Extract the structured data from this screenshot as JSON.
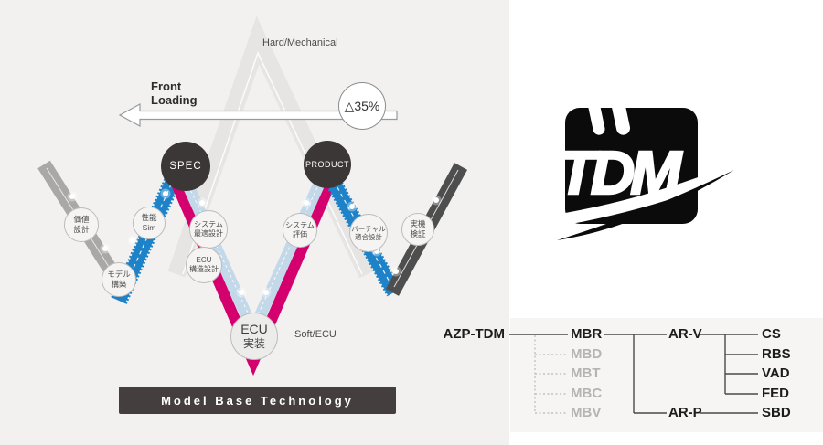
{
  "left_panel": {
    "hard_label": "Hard/Mechanical",
    "soft_label": "Soft/ECU",
    "front_loading": "Front\nLoading",
    "reduction_badge": "△35%",
    "spec": "SPEC",
    "product": "PRODUCT",
    "banner": "Model Base Technology",
    "phases": [
      {
        "id": "value-design",
        "lines": [
          "価値",
          "設計"
        ]
      },
      {
        "id": "performance-sim",
        "lines": [
          "性能",
          "Sim"
        ]
      },
      {
        "id": "model-building",
        "lines": [
          "モデル",
          "構築"
        ]
      },
      {
        "id": "system-optimal-design",
        "lines": [
          "システム",
          "最適設計"
        ]
      },
      {
        "id": "ecu-structure-design",
        "lines": [
          "ECU",
          "構造設計"
        ]
      },
      {
        "id": "system-evaluation",
        "lines": [
          "システム",
          "評価"
        ]
      },
      {
        "id": "virtual-fitting-design",
        "lines": [
          "バーチャル",
          "適合設計"
        ]
      },
      {
        "id": "real-machine-verification",
        "lines": [
          "実機",
          "検証"
        ]
      },
      {
        "id": "ecu-implementation",
        "lines": [
          "ECU",
          "実装"
        ]
      }
    ]
  },
  "logo": {
    "text": "TDM"
  },
  "tree": {
    "root": "AZP-TDM",
    "level1": [
      "MBR",
      "MBD",
      "MBT",
      "MBC",
      "MBV"
    ],
    "level2": [
      "AR-V",
      "AR-P"
    ],
    "level3": [
      "CS",
      "RBS",
      "VAD",
      "FED",
      "SBD"
    ]
  },
  "colors": {
    "panel_bg": "#f2f1f0",
    "tree_bg": "#f6f5f4",
    "accent_blue": "#1e82c8",
    "accent_pink": "#d4006e",
    "pale_blue": "#c3d8e9",
    "band_gray": "#a9a8a7",
    "band_dark": "#4e4e4e",
    "mountain_gray": "#e6e5e4",
    "dark_node": "#3c3737",
    "logo_black": "#0b0b0b"
  }
}
